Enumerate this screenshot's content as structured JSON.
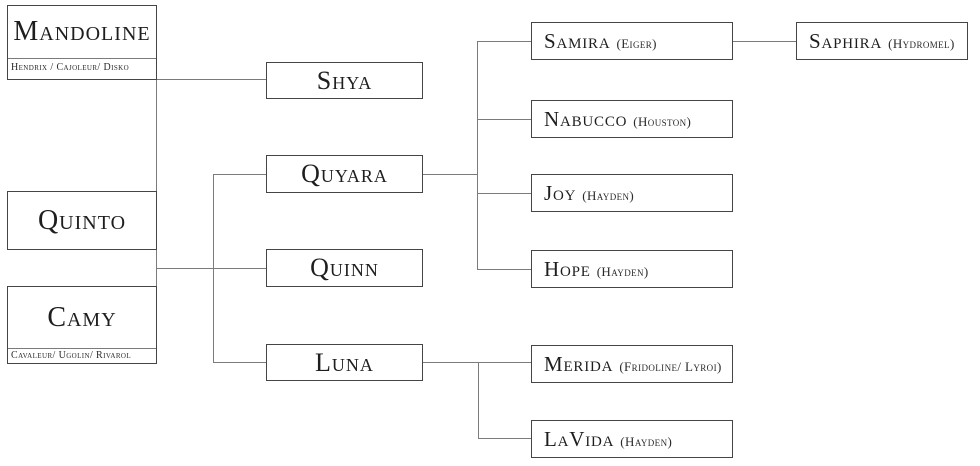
{
  "chart": {
    "type": "pedigree-tree-diagram",
    "colors": {
      "background": "#ffffff",
      "box_border": "#454545",
      "connector_line": "#7b7b7b",
      "text": "#1e1e1e"
    },
    "nodes": {
      "mandoline": {
        "name": "Mandoline",
        "subtitle": "Hendrix / Cajoleur/ Disko"
      },
      "quinto": {
        "name": "Quinto"
      },
      "camy": {
        "name": "Camy",
        "subtitle": "Cavaleur/ Ugolin/ Rivarol"
      },
      "shya": {
        "name": "Shya"
      },
      "quyara": {
        "name": "Quyara"
      },
      "quinn": {
        "name": "Quinn"
      },
      "luna": {
        "name": "Luna"
      },
      "samira": {
        "name": "Samira",
        "detail": "(Eiger)"
      },
      "nabucco": {
        "name": "Nabucco",
        "detail": "(Houston)"
      },
      "joy": {
        "name": "Joy",
        "detail": "(Hayden)"
      },
      "hope": {
        "name": "Hope",
        "detail": "(Hayden)"
      },
      "merida": {
        "name": "Merida",
        "detail": "(Fridoline/ Lyroi)"
      },
      "lavida": {
        "name": "LaVida",
        "detail": "(Hayden)"
      },
      "saphira": {
        "name": "Saphira",
        "detail": "(Hydromel)"
      }
    },
    "edges": [
      {
        "from": "mandoline",
        "to": "shya"
      },
      {
        "from": "quinto",
        "to": "quyara"
      },
      {
        "from": "quinto",
        "to": "quinn"
      },
      {
        "from": "quinto",
        "to": "luna"
      },
      {
        "from": "quyara",
        "to": "samira"
      },
      {
        "from": "quyara",
        "to": "nabucco"
      },
      {
        "from": "quyara",
        "to": "joy"
      },
      {
        "from": "quyara",
        "to": "hope"
      },
      {
        "from": "luna",
        "to": "merida"
      },
      {
        "from": "luna",
        "to": "lavida"
      },
      {
        "from": "samira",
        "to": "saphira"
      }
    ]
  }
}
